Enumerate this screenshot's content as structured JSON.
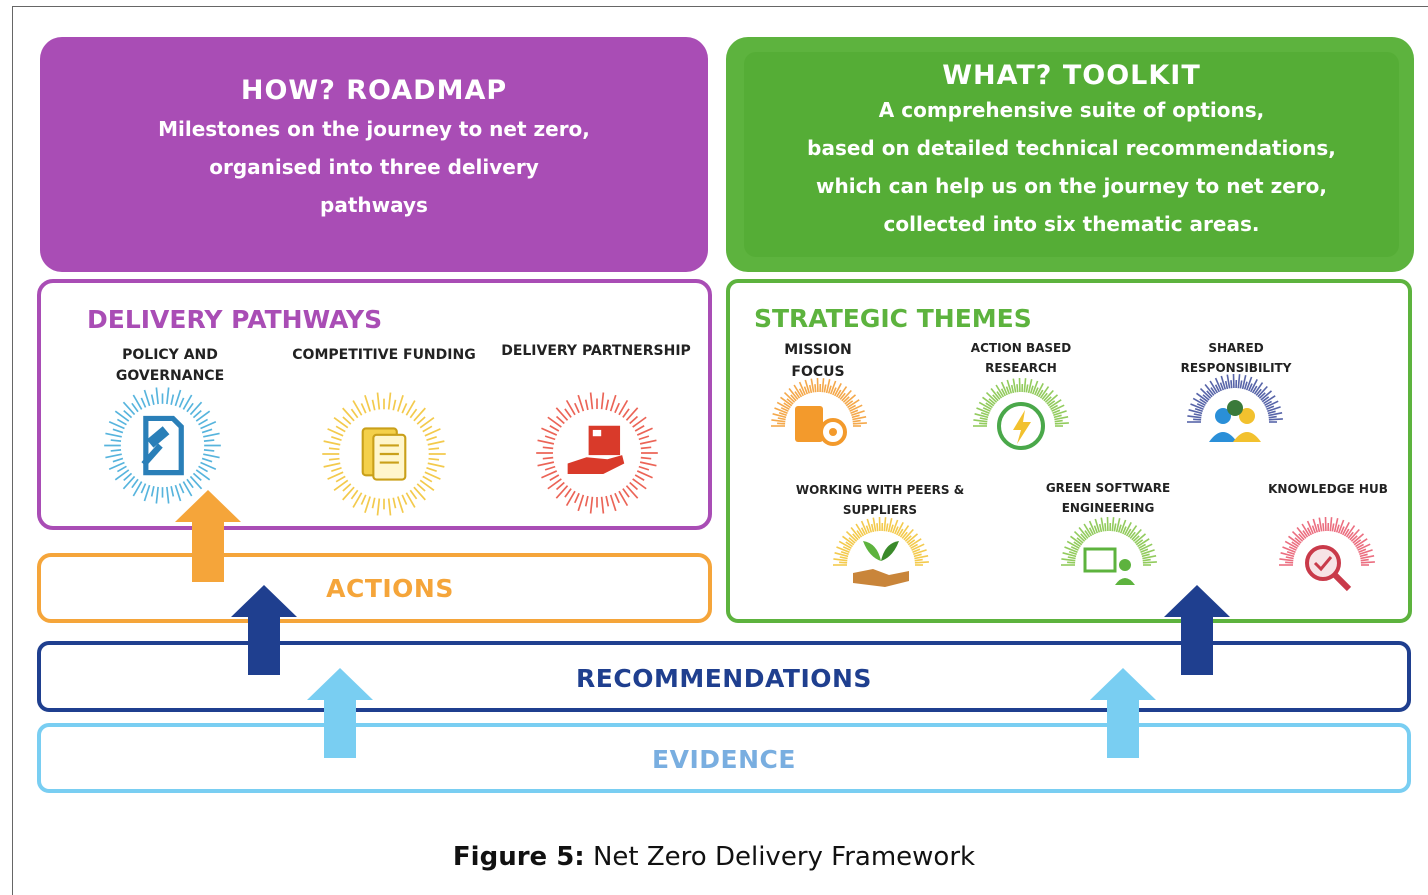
{
  "roadmap": {
    "title": "HOW?  ROADMAP",
    "lines": [
      "Milestones on the journey to net zero,",
      "organised into three delivery",
      "pathways"
    ]
  },
  "toolkit": {
    "title": "WHAT?  TOOLKIT",
    "lines": [
      "A comprehensive suite of options,",
      "based on detailed technical recommendations,",
      "which can help us on the journey to net zero,",
      "collected into six thematic areas."
    ]
  },
  "pathways": {
    "title": "DELIVERY PATHWAYS",
    "items": [
      {
        "label_lines": [
          "POLICY AND",
          "GOVERNANCE"
        ],
        "icon": "gavel-document-icon",
        "color": "#3aa8d8"
      },
      {
        "label_lines": [
          "COMPETITIVE FUNDING"
        ],
        "icon": "funding-documents-icon",
        "color": "#f2c12e"
      },
      {
        "label_lines": [
          "DELIVERY PARTNERSHIP"
        ],
        "icon": "package-delivery-icon",
        "color": "#e84a3a"
      }
    ]
  },
  "themes": {
    "title": "STRATEGIC THEMES",
    "items": [
      {
        "label_lines": [
          "MISSION",
          "FOCUS"
        ],
        "icon": "clipboard-target-icon",
        "color": "#f39a2c"
      },
      {
        "label_lines": [
          "ACTION BASED",
          "RESEARCH"
        ],
        "icon": "energy-bolt-icon",
        "color": "#7fc241"
      },
      {
        "label_lines": [
          "SHARED",
          "RESPONSIBILITY"
        ],
        "icon": "people-group-icon",
        "color": "#3a4a9a"
      },
      {
        "label_lines": [
          "WORKING WITH PEERS &",
          "SUPPLIERS"
        ],
        "icon": "handshake-plant-icon",
        "color": "#f2c12e"
      },
      {
        "label_lines": [
          "GREEN SOFTWARE",
          "ENGINEERING"
        ],
        "icon": "computer-people-icon",
        "color": "#7fc241"
      },
      {
        "label_lines": [
          "KNOWLEDGE HUB"
        ],
        "icon": "magnifier-check-icon",
        "color": "#e8556a"
      }
    ]
  },
  "bands": {
    "actions": "ACTIONS",
    "recommendations": "RECOMMENDATIONS",
    "evidence": "EVIDENCE"
  },
  "colors": {
    "roadmap": "#a94db5",
    "toolkit": "#5db33e",
    "actions": "#f5a53a",
    "recommendations": "#1f3f8f",
    "evidence": "#79cef2"
  },
  "caption": {
    "prefix": "Figure 5:",
    "text": " Net Zero Delivery Framework"
  }
}
